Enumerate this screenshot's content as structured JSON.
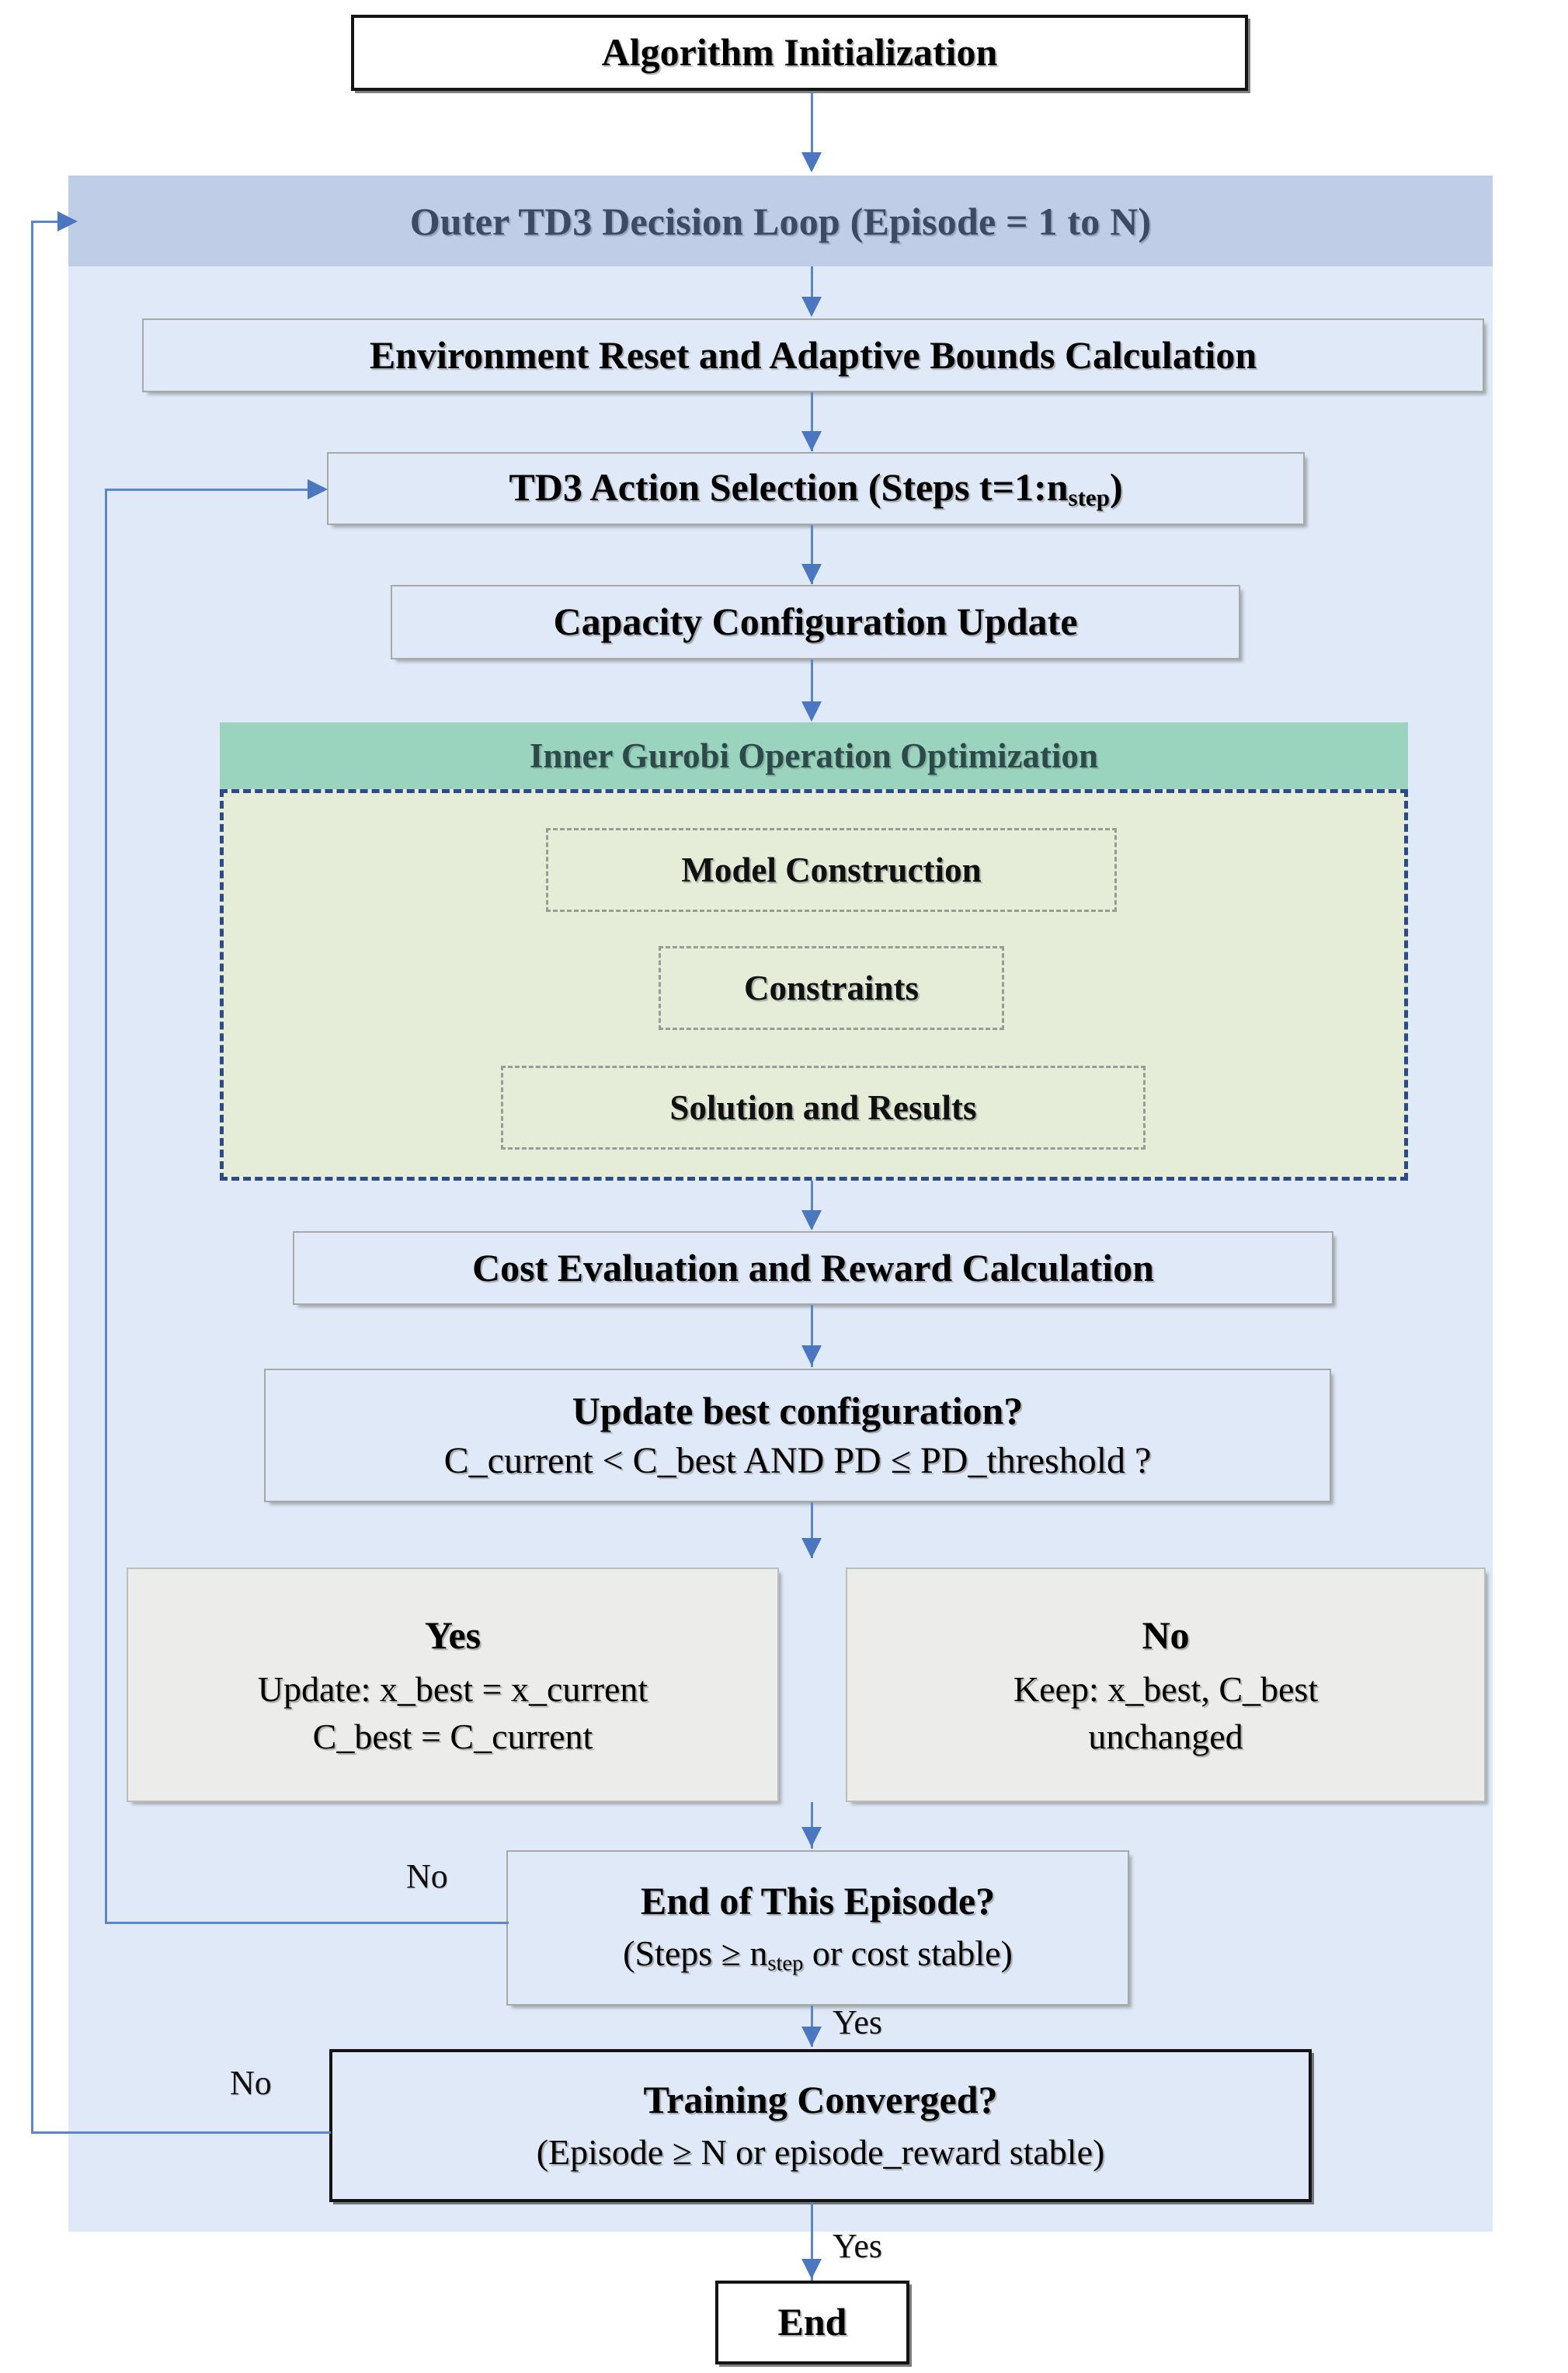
{
  "diagram": {
    "title": "TD3 + Gurobi Bi-level Optimization Flowchart",
    "colors": {
      "outer_header_blue": "#BFCDE7",
      "outer_body_blue": "#DFE9F7",
      "gurobi_header_green": "#9AD4BE",
      "gurobi_body_green": "#E5EDD8",
      "gurobi_dash_border": "#2A4A8C",
      "result_panel_grey": "#ECECEA",
      "connector_blue": "#4A77C0",
      "hard_border_black": "#141414"
    }
  },
  "nodes": {
    "start": "Algorithm Initialization",
    "outer_loop_header": "Outer TD3 Decision Loop (Episode = 1 to N)",
    "env_reset": "Environment Reset and Adaptive Bounds Calculation",
    "action_selection_pre": "TD3 Action Selection (Steps t=1:n",
    "action_selection_sub": "step",
    "action_selection_post": ")",
    "capacity_update": "Capacity Configuration Update",
    "gurobi_header": "Inner Gurobi Operation Optimization",
    "gurobi_steps": [
      "Model Construction",
      "Constraints",
      "Solution and Results"
    ],
    "cost_eval": "Cost Evaluation and Reward Calculation",
    "update_best_line1": "Update best configuration?",
    "update_best_line2": "C_current < C_best AND PD ≤ PD_threshold ?",
    "yes_panel": {
      "heading": "Yes",
      "line1": "Update: x_best = x_current",
      "line2": "C_best = C_current"
    },
    "no_panel": {
      "heading": "No",
      "line1": "Keep: x_best, C_best",
      "line2": "unchanged"
    },
    "end_episode_line1": "End of This Episode?",
    "end_episode_line2_pre": "(Steps ≥ n",
    "end_episode_line2_sub": "step",
    "end_episode_line2_post": " or cost stable)",
    "training_converged_line1": "Training Converged?",
    "training_converged_line2": "(Episode ≥ N or episode_reward stable)",
    "end": "End"
  },
  "edge_labels": {
    "episode_loop_no": "No",
    "episode_end_yes": "Yes",
    "converged_no": "No",
    "converged_yes": "Yes"
  }
}
